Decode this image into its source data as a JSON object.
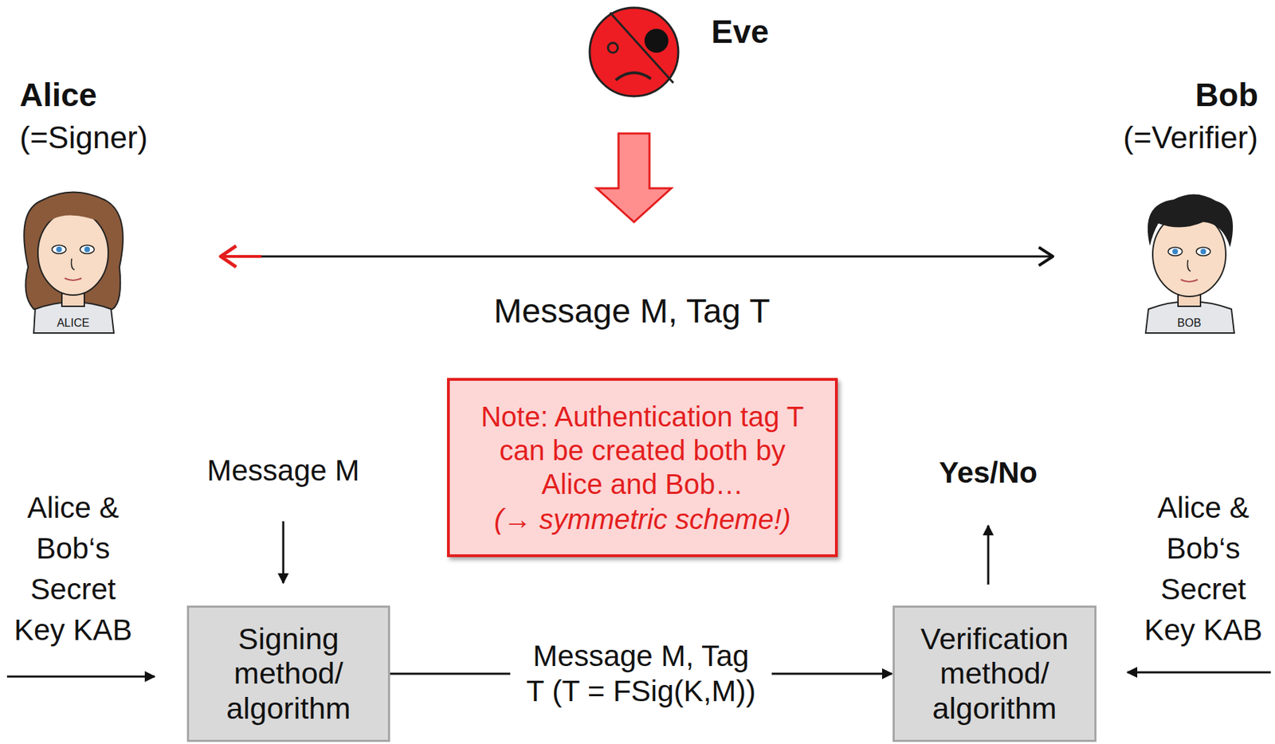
{
  "diagram": {
    "nodes": [
      {
        "text": [
          "Note: Authentication tag T can be created both by Alice and Bob…",
          "(→ symmetric scheme!)"
        ]
      },
      {
        "text": [
          "Signing method/ algorithm"
        ]
      },
      {
        "text": [
          "Verification method/ algorithm"
        ]
      }
    ],
    "edges": [
      {
        "from": 1,
        "to": 2,
        "arrow": "to",
        "label": "Message M, Tag T (T = FSig(K,M))"
      }
    ],
    "labels": [
      "Eve",
      "Alice",
      "(=Signer)",
      "Bob",
      "(=Verifier)",
      "ALICE",
      "BOB",
      "Message M, Tag T",
      "Message M",
      "Alice & Bob‘s Secret Key KAB",
      "Yes/No",
      "Alice & Bob‘s Secret Key KAB"
    ]
  }
}
